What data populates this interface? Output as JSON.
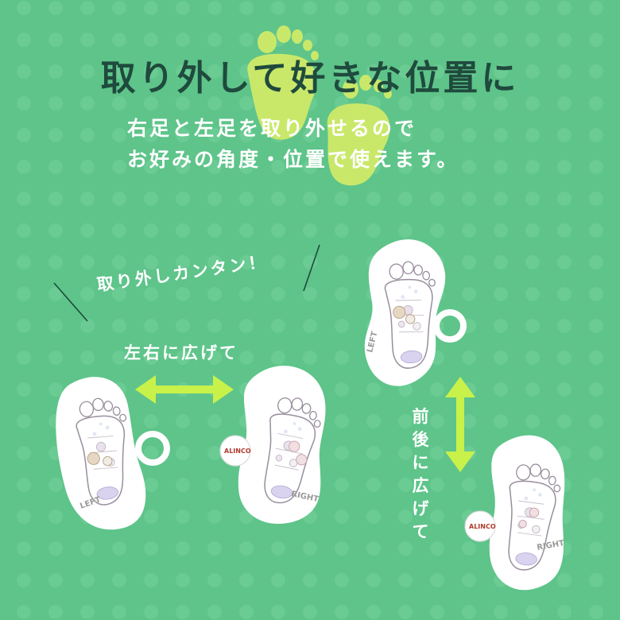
{
  "headline": "取り外して好きな位置に",
  "subtext": {
    "line1": "右足と左足を取り外せるので",
    "line2": "お好みの角度・位置で使えます。"
  },
  "callouts": {
    "easy_removal": "取り外しカンタン！",
    "spread_left_right": "左右に広げて",
    "spread_front_back": [
      "前",
      "後",
      "に",
      "広",
      "げ",
      "て"
    ]
  },
  "product": {
    "brand": "ALINCO",
    "left_label": "LEFT",
    "right_label": "RIGHT"
  },
  "colors": {
    "background": "#5ec48a",
    "headline": "#1f4a3d",
    "arrow": "#c8f24a",
    "foot_deco": "#c9e86a",
    "pad": "#ffffff"
  },
  "icons": {
    "decoration": "footprint-icon",
    "arrows": "double-arrow-icon"
  }
}
